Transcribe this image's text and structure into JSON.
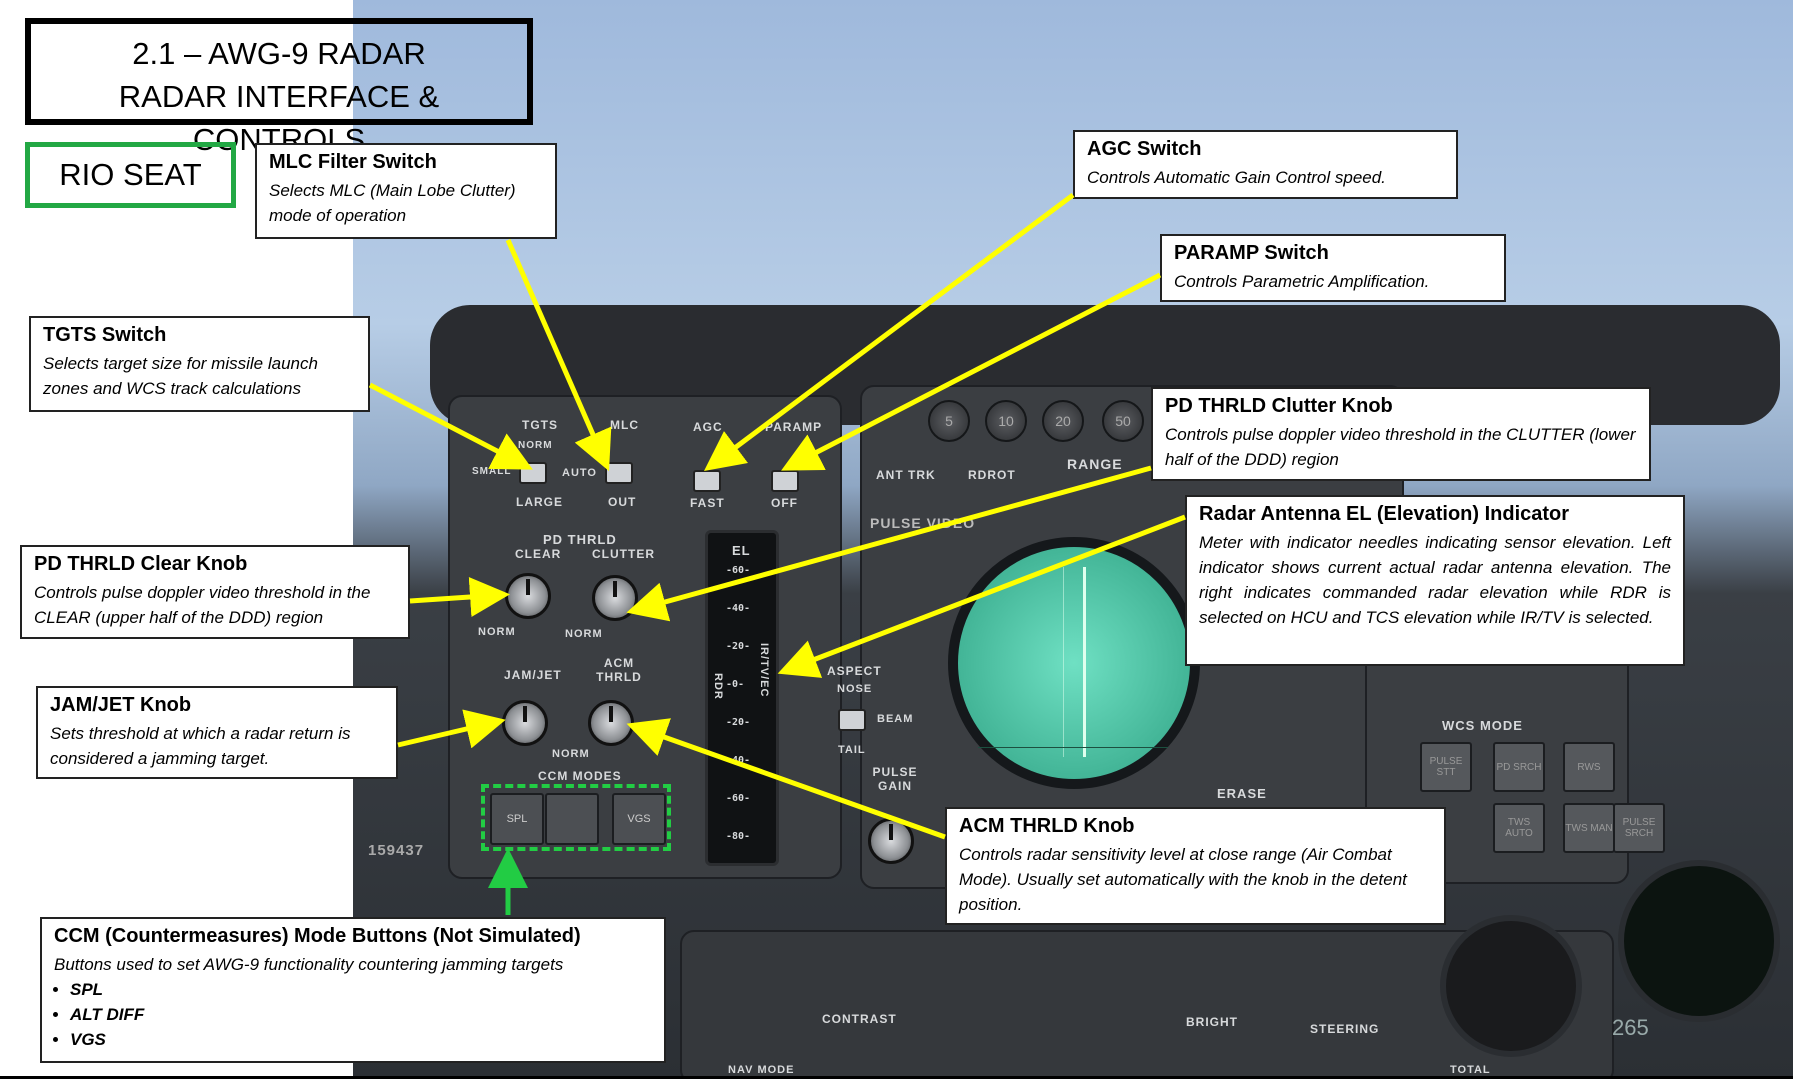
{
  "title": {
    "line1": "2.1 – AWG-9 RADAR",
    "line2": "RADAR INTERFACE & CONTROLS"
  },
  "seat_label": "RIO SEAT",
  "page_number": "265",
  "colors": {
    "arrow": "#ffff00",
    "ccm_highlight": "#22cc44",
    "seat_border": "#22a844"
  },
  "panel_labels": {
    "tgts": "TGTS",
    "norm": "NORM",
    "small": "SMALL",
    "large": "LARGE",
    "mlc": "MLC",
    "auto": "AUTO",
    "out": "OUT",
    "agc": "AGC",
    "fast": "FAST",
    "paramp": "PARAMP",
    "off": "OFF",
    "pd_thrld": "PD THRLD",
    "clear": "CLEAR",
    "clutter": "CLUTTER",
    "norm_a": "NORM",
    "norm_b": "NORM",
    "norm_c": "NORM",
    "jam_jet": "JAM/JET",
    "acm_thrld": "ACM THRLD",
    "ccm_modes": "CCM MODES",
    "el": "EL",
    "rdr": "RDR",
    "ir_tv": "IR/TV/EC",
    "range": "RANGE",
    "ant_trk": "ANT TRK",
    "rdrot": "RDROT",
    "pulse_video": "PULSE VIDEO",
    "aspect": "ASPECT",
    "nose": "NOSE",
    "beam": "BEAM",
    "tail": "TAIL",
    "pulse_gain": "PULSE GAIN",
    "erase": "ERASE",
    "wcs_mode": "WCS MODE",
    "serial": "159437",
    "contrast": "CONTRAST",
    "bright": "BRIGHT",
    "steering": "STEERING",
    "nav_mode": "NAV MODE",
    "total": "TOTAL"
  },
  "range_buttons": [
    "5",
    "10",
    "20",
    "50"
  ],
  "el_ticks": [
    "-60-",
    "-40-",
    "-20-",
    "-0-",
    "-20-",
    "-40-",
    "-60-",
    "-80-"
  ],
  "ccm_buttons": [
    "SPL",
    "",
    "VGS"
  ],
  "wcs_buttons": [
    "PULSE STT",
    "PD SRCH",
    "RWS",
    "TWS AUTO",
    "TWS MAN",
    "PULSE SRCH"
  ],
  "callouts": {
    "mlc": {
      "title": "MLC Filter Switch",
      "text": "Selects MLC (Main Lobe Clutter) mode of operation"
    },
    "agc": {
      "title": "AGC Switch",
      "text": "Controls Automatic Gain Control speed."
    },
    "paramp": {
      "title": "PARAMP Switch",
      "text": "Controls Parametric Amplification."
    },
    "tgts": {
      "title": "TGTS Switch",
      "text": "Selects target size for missile launch zones and WCS track calculations"
    },
    "pd_clutter": {
      "title": "PD THRLD Clutter Knob",
      "text": "Controls pulse doppler video threshold in the CLUTTER (lower half of the DDD) region"
    },
    "antenna_el": {
      "title": "Radar Antenna EL (Elevation) Indicator",
      "text": "Meter with indicator needles indicating sensor elevation. Left indicator shows current actual radar antenna elevation. The right indicates commanded radar elevation while RDR is selected on HCU and TCS elevation while IR/TV is selected."
    },
    "pd_clear": {
      "title": "PD THRLD Clear Knob",
      "text": "Controls pulse doppler video threshold in the CLEAR (upper half of the DDD) region"
    },
    "jam_jet": {
      "title": "JAM/JET Knob",
      "text": "Sets threshold at which a radar return is considered a jamming target."
    },
    "acm": {
      "title": "ACM THRLD Knob",
      "text": "Controls radar sensitivity level at close range (Air Combat Mode). Usually set automatically with the knob in the detent position."
    },
    "ccm": {
      "title": "CCM (Countermeasures) Mode Buttons (Not Simulated)",
      "text": "Buttons used to set AWG-9 functionality countering jamming targets",
      "items": [
        "SPL",
        "ALT DIFF",
        "VGS"
      ]
    }
  }
}
